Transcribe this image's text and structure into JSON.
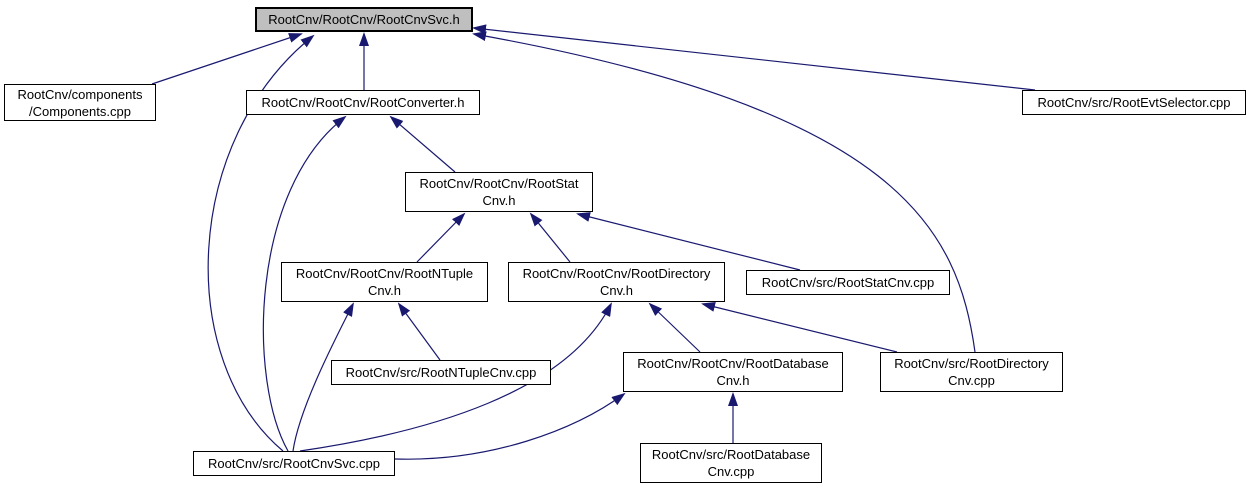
{
  "diagram": {
    "type": "include-dependency-graph",
    "highlighted_node": "RootCnv/RootCnv/RootCnvSvc.h",
    "colors": {
      "edge": "#191970",
      "node_border": "#000000",
      "node_fill": "#ffffff",
      "highlight_fill": "#bfbfbf",
      "text": "#000000",
      "background": "#ffffff"
    },
    "nodes": {
      "rootcnvsvc_h": {
        "lines": [
          "RootCnv/RootCnv/RootCnvSvc.h"
        ],
        "highlighted": true
      },
      "components_cpp": {
        "lines": [
          "RootCnv/components",
          "/Components.cpp"
        ]
      },
      "rootconverter_h": {
        "lines": [
          "RootCnv/RootCnv/RootConverter.h"
        ]
      },
      "rootevtselector_cpp": {
        "lines": [
          "RootCnv/src/RootEvtSelector.cpp"
        ]
      },
      "rootstatcnv_h": {
        "lines": [
          "RootCnv/RootCnv/RootStat",
          "Cnv.h"
        ]
      },
      "rootntuplecnv_h": {
        "lines": [
          "RootCnv/RootCnv/RootNTuple",
          "Cnv.h"
        ]
      },
      "rootdirectorycnv_h": {
        "lines": [
          "RootCnv/RootCnv/RootDirectory",
          "Cnv.h"
        ]
      },
      "rootstatcnv_cpp": {
        "lines": [
          "RootCnv/src/RootStatCnv.cpp"
        ]
      },
      "rootntuplecnv_cpp": {
        "lines": [
          "RootCnv/src/RootNTupleCnv.cpp"
        ]
      },
      "rootdatabasecnv_h": {
        "lines": [
          "RootCnv/RootCnv/RootDatabase",
          "Cnv.h"
        ]
      },
      "rootdirectorycnv_cpp": {
        "lines": [
          "RootCnv/src/RootDirectory",
          "Cnv.cpp"
        ]
      },
      "rootcnvsvc_cpp": {
        "lines": [
          "RootCnv/src/RootCnvSvc.cpp"
        ]
      },
      "rootdatabasecnv_cpp": {
        "lines": [
          "RootCnv/src/RootDatabase",
          "Cnv.cpp"
        ]
      }
    },
    "edges": [
      {
        "from": "components_cpp",
        "to": "rootcnvsvc_h"
      },
      {
        "from": "rootconverter_h",
        "to": "rootcnvsvc_h"
      },
      {
        "from": "rootevtselector_cpp",
        "to": "rootcnvsvc_h"
      },
      {
        "from": "rootcnvsvc_cpp",
        "to": "rootcnvsvc_h"
      },
      {
        "from": "rootdirectorycnv_cpp",
        "to": "rootcnvsvc_h"
      },
      {
        "from": "rootstatcnv_h",
        "to": "rootconverter_h"
      },
      {
        "from": "rootcnvsvc_cpp",
        "to": "rootconverter_h"
      },
      {
        "from": "rootntuplecnv_h",
        "to": "rootstatcnv_h"
      },
      {
        "from": "rootdirectorycnv_h",
        "to": "rootstatcnv_h"
      },
      {
        "from": "rootstatcnv_cpp",
        "to": "rootstatcnv_h"
      },
      {
        "from": "rootntuplecnv_cpp",
        "to": "rootntuplecnv_h"
      },
      {
        "from": "rootcnvsvc_cpp",
        "to": "rootntuplecnv_h"
      },
      {
        "from": "rootdatabasecnv_h",
        "to": "rootdirectorycnv_h"
      },
      {
        "from": "rootdirectorycnv_cpp",
        "to": "rootdirectorycnv_h"
      },
      {
        "from": "rootcnvsvc_cpp",
        "to": "rootdirectorycnv_h"
      },
      {
        "from": "rootcnvsvc_cpp",
        "to": "rootdatabasecnv_h"
      },
      {
        "from": "rootdatabasecnv_cpp",
        "to": "rootdatabasecnv_h"
      }
    ]
  }
}
